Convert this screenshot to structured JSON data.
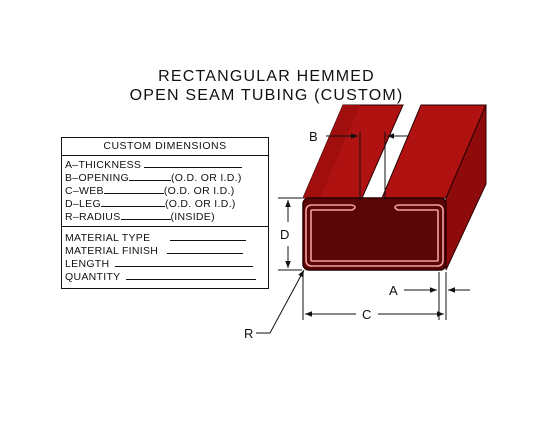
{
  "diagram": {
    "title_line1": "RECTANGULAR HEMMED",
    "title_line2": "OPEN SEAM TUBING (CUSTOM)"
  },
  "form": {
    "header": "CUSTOM DIMENSIONS",
    "dimensions": [
      {
        "label": "A–THICKNESS",
        "note": ""
      },
      {
        "label": "B–OPENING",
        "note": "(O.D.  OR  I.D.)"
      },
      {
        "label": "C–WEB",
        "note": "(O.D.  OR  I.D.)"
      },
      {
        "label": "D–LEG",
        "note": "(O.D.  OR  I.D.)"
      },
      {
        "label": "R–RADIUS",
        "note": "(INSIDE)"
      }
    ],
    "material": [
      {
        "label": "MATERIAL  TYPE"
      },
      {
        "label": "MATERIAL  FINISH"
      },
      {
        "label": "LENGTH"
      },
      {
        "label": "QUANTITY"
      }
    ]
  },
  "dimension_labels": {
    "b": "B",
    "d": "D",
    "a": "A",
    "c": "C",
    "r": "R"
  },
  "colors": {
    "tube_top": "#b01212",
    "tube_side": "#8f0a0a",
    "tube_inner": "#5a0606",
    "hem_outline": "#f0a0a0"
  }
}
